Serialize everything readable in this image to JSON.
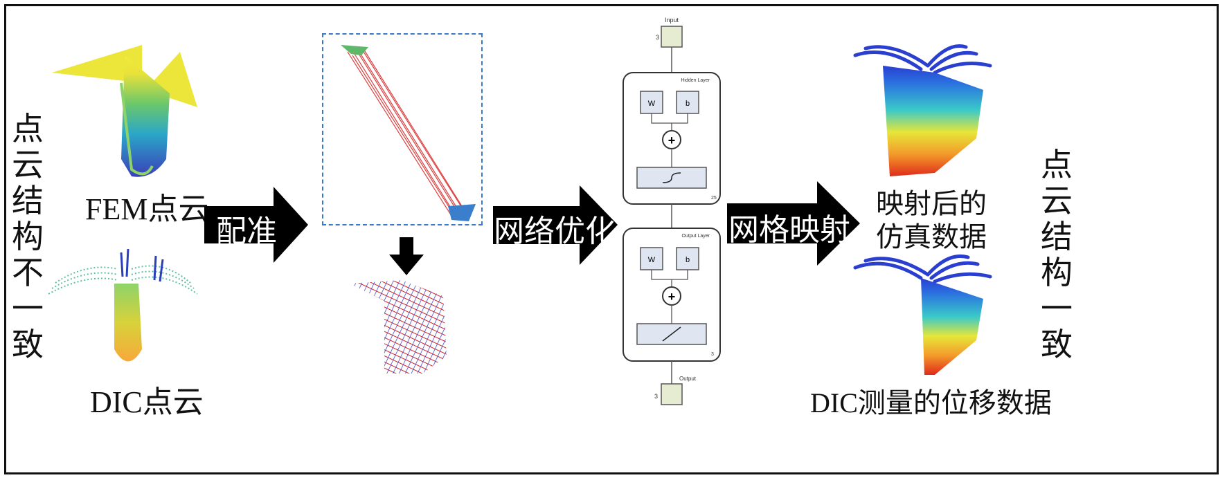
{
  "left_vertical": [
    "点",
    "云",
    "结",
    "构",
    "不",
    "一",
    "致"
  ],
  "right_vertical": [
    "点",
    "云",
    "结",
    "构",
    "一",
    "致"
  ],
  "fem_label": "FEM点云",
  "dic_label": "DIC点云",
  "arrow_register": "配准",
  "arrow_network": "网络优化",
  "arrow_mesh": "网格映射",
  "result_label_line1": "映射后的",
  "result_label_line2": "仿真数据",
  "dic_measure_label": "DIC测量的位移数据",
  "nn": {
    "input_label": "Input",
    "input_dim": "3",
    "hidden_layer_label": "Hidden Layer",
    "hidden_units": "25",
    "output_layer_label": "Output Layer",
    "output_units": "3",
    "output_label": "Output",
    "output_dim": "3",
    "weight_label": "W",
    "bias_label": "b",
    "plus_symbol": "+"
  },
  "colors": {
    "arrow": "#000000",
    "nn_box_fill": "#dfe6f2",
    "nn_io_fill": "#e5ecd2",
    "dashed_border": "#3a78c9",
    "registration_red": "#d61f1f"
  }
}
